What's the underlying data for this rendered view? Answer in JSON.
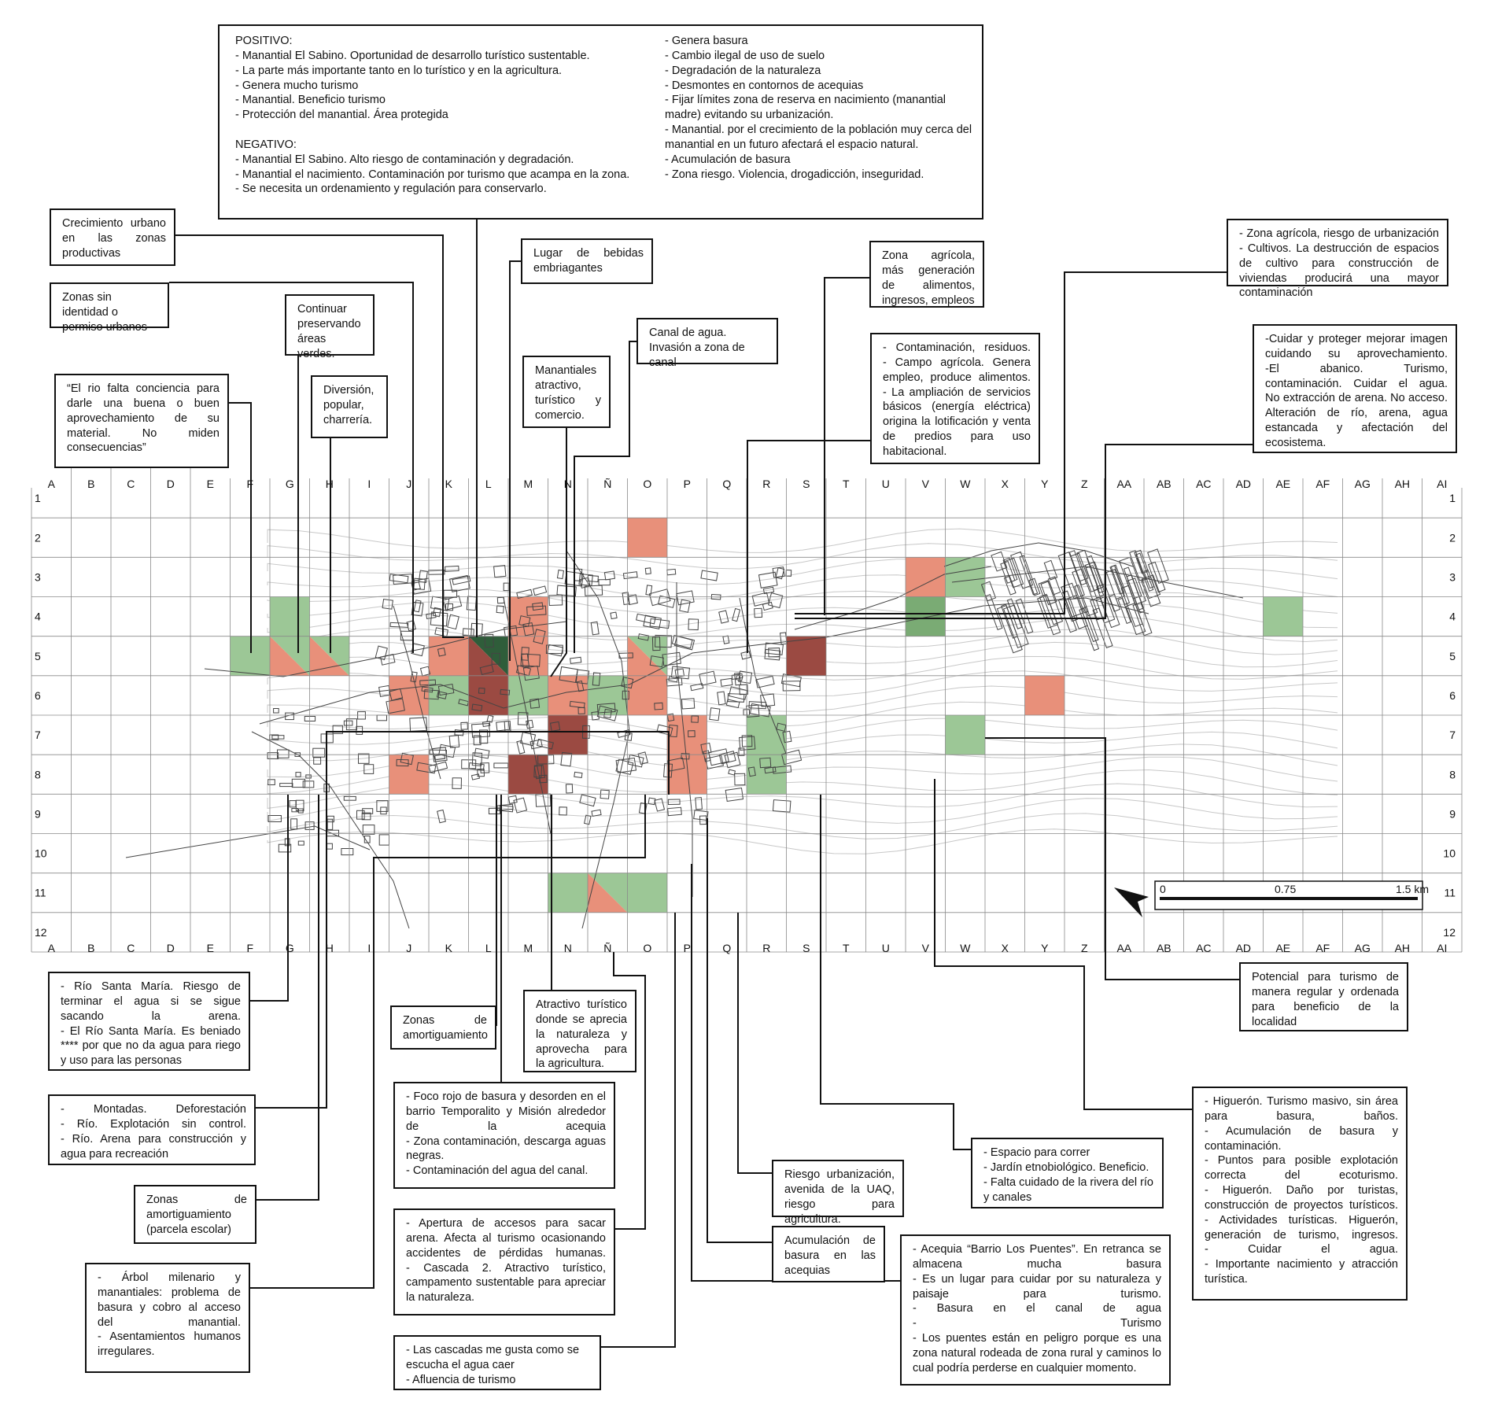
{
  "grid": {
    "columns": [
      "A",
      "B",
      "C",
      "D",
      "E",
      "F",
      "G",
      "H",
      "I",
      "J",
      "K",
      "L",
      "M",
      "N",
      "Ñ",
      "O",
      "P",
      "Q",
      "R",
      "S",
      "T",
      "U",
      "V",
      "W",
      "X",
      "Y",
      "Z",
      "AA",
      "AB",
      "AC",
      "AD",
      "AE",
      "AF",
      "AG",
      "AH",
      "AI"
    ],
    "rows": [
      "1",
      "2",
      "3",
      "4",
      "5",
      "6",
      "7",
      "8",
      "9",
      "10",
      "11",
      "12"
    ]
  },
  "cells": [
    {
      "col": "G",
      "row": 4,
      "type": "positive"
    },
    {
      "col": "F",
      "row": 5,
      "type": "positive"
    },
    {
      "col": "G",
      "row": 5,
      "type": "mixed"
    },
    {
      "col": "H",
      "row": 5,
      "type": "mixed"
    },
    {
      "col": "K",
      "row": 5,
      "type": "negative"
    },
    {
      "col": "L",
      "row": 5,
      "type": "dark-mixed"
    },
    {
      "col": "M",
      "row": 4,
      "type": "negative"
    },
    {
      "col": "M",
      "row": 5,
      "type": "negative"
    },
    {
      "col": "O",
      "row": 2,
      "type": "negative"
    },
    {
      "col": "O",
      "row": 5,
      "type": "mixed"
    },
    {
      "col": "S",
      "row": 5,
      "type": "strong-negative"
    },
    {
      "col": "V",
      "row": 3,
      "type": "negative"
    },
    {
      "col": "W",
      "row": 3,
      "type": "positive"
    },
    {
      "col": "V",
      "row": 4,
      "type": "positive-dark"
    },
    {
      "col": "AE",
      "row": 4,
      "type": "positive"
    },
    {
      "col": "J",
      "row": 6,
      "type": "negative"
    },
    {
      "col": "K",
      "row": 6,
      "type": "positive"
    },
    {
      "col": "L",
      "row": 6,
      "type": "strong-negative"
    },
    {
      "col": "M",
      "row": 6,
      "type": "positive"
    },
    {
      "col": "N",
      "row": 6,
      "type": "negative"
    },
    {
      "col": "Ñ",
      "row": 6,
      "type": "positive"
    },
    {
      "col": "O",
      "row": 6,
      "type": "negative"
    },
    {
      "col": "Y",
      "row": 6,
      "type": "negative"
    },
    {
      "col": "N",
      "row": 7,
      "type": "strong-negative"
    },
    {
      "col": "P",
      "row": 7,
      "type": "negative"
    },
    {
      "col": "R",
      "row": 7,
      "type": "positive"
    },
    {
      "col": "W",
      "row": 7,
      "type": "positive"
    },
    {
      "col": "J",
      "row": 8,
      "type": "negative"
    },
    {
      "col": "M",
      "row": 8,
      "type": "strong-negative"
    },
    {
      "col": "P",
      "row": 8,
      "type": "negative"
    },
    {
      "col": "R",
      "row": 8,
      "type": "positive"
    },
    {
      "col": "N",
      "row": 11,
      "type": "positive"
    },
    {
      "col": "Ñ",
      "row": 11,
      "type": "mixed"
    },
    {
      "col": "O",
      "row": 11,
      "type": "positive"
    }
  ],
  "colors": {
    "positive": "#9cc796",
    "negative": "#e8907a",
    "strong_negative": "#9b4a42",
    "dark_positive": "#2f5d3a",
    "positive_dark": "#7aab74",
    "grid_line": "#8a8a8a"
  },
  "scale_bar": {
    "labels": [
      "0",
      "0.75",
      "1.5 km"
    ]
  },
  "north_arrow": {
    "icon": "north-arrow-icon"
  },
  "annotations": {
    "top": {
      "left_lines": [
        "POSITIVO:",
        "-  Manantial El Sabino. Oportunidad de desarrollo turístico sustentable.",
        "-  La parte más importante tanto en lo turístico y en la agricultura.",
        "-  Genera mucho turismo",
        "-  Manantial. Beneficio turismo",
        "-  Protección del manantial. Área protegida",
        "",
        "NEGATIVO:",
        "-  Manantial El Sabino. Alto riesgo de contaminación y degradación.",
        "-  Manantial el nacimiento. Contaminación por turismo que acampa en la zona.",
        "-  Se necesita un ordenamiento y regulación para conservarlo."
      ],
      "right_lines": [
        "- Genera basura",
        "- Cambio ilegal de uso de suelo",
        "- Degradación de la naturaleza",
        "- Desmontes en contornos de acequias",
        "-  Fijar límites zona de reserva en nacimiento (manantial madre) evitando su urbanización.",
        "-  Manantial. por el crecimiento de la población muy cerca del manantial en un futuro afectará el espacio natural.",
        " - Acumulación de basura",
        "- Zona riesgo. Violencia, drogadicción, inseguridad."
      ]
    },
    "crecimiento": [
      "Crecimiento urbano en las zonas productivas"
    ],
    "sin_identidad": [
      "Zonas sin identidad o permiso urbanos"
    ],
    "continuar": [
      "Continuar preservando áreas verdes."
    ],
    "diversion": [
      "Diversión, popular, charrería."
    ],
    "rio_conciencia": [
      "“El rio falta conciencia para darle una buena o buen aprovechamiento de su material. No miden consecuencias”"
    ],
    "lugar_bebidas": [
      "Lugar de bebidas embriagantes"
    ],
    "manantiales": [
      "Manantiales atractivo, turístico y comercio."
    ],
    "canal_agua": [
      "Canal de agua. Invasión a zona de canal"
    ],
    "zona_agricola": [
      "Zona agrícola, más generación de alimentos, ingresos, empleos"
    ],
    "contaminacion_residuos": [
      "-  Contaminación, residuos.",
      "-  Campo agrícola. Genera empleo, produce alimentos.",
      "-  La ampliación de servicios básicos (energía eléctrica) origina la lotificación y venta de predios para uso habitacional."
    ],
    "zona_agricola_riesgo": [
      "-  Zona agrícola, riesgo de urbanización",
      "-  Cultivos. La destrucción de espacios de cultivo para construcción de viviendas producirá una mayor contaminación"
    ],
    "cuidar": [
      "-Cuidar y proteger mejorar imagen cuidando su aprovechamiento.",
      "-El abanico. Turismo, contaminación. Cuidar el agua.",
      "No extracción de arena. No acceso.",
      "Alteración de río, arena, agua estancada y afectación del ecosistema."
    ],
    "rio_santa_maria": [
      "-  Río Santa María. Riesgo de terminar el agua si se sigue sacando la arena.",
      "-  El Río Santa María. Es beniado **** por que no da agua para riego y uso para las personas"
    ],
    "montadas": [
      "-  Montadas. Deforestación",
      "-  Río. Explotación sin control.",
      "-  Río. Arena para construcción y agua para recreación"
    ],
    "amortiguamiento_escolar": [
      "Zonas de amortiguamiento (parcela escolar)"
    ],
    "arbol": [
      "-  Árbol milenario y manantiales: problema de basura y cobro al acceso del manantial.",
      "-  Asentamientos humanos irregulares."
    ],
    "zonas_amortiguamiento": [
      "Zonas de amortiguamiento"
    ],
    "atractivo_turistico": [
      "Atractivo turístico donde se aprecia la naturaleza y aprovecha para la agricultura."
    ],
    "foco_rojo": [
      "-  Foco rojo de basura y desorden en el barrio Temporalito y Misión alrededor de la acequia",
      "-  Zona contaminación, descarga aguas negras.",
      "-  Contaminación del agua del canal."
    ],
    "apertura": [
      "-  Apertura de accesos para sacar arena. Afecta al turismo ocasionando accidentes de pérdidas humanas.",
      "-  Cascada 2. Atractivo turístico, campamento sustentable para apreciar la naturaleza."
    ],
    "cascadas": [
      "- Las cascadas me gusta como se escucha el agua caer",
      "- Afluencia de turismo"
    ],
    "riesgo_urbanizacion": [
      "Riesgo urbanización, avenida de la UAQ, riesgo para agricultura."
    ],
    "acumulacion_acequias": [
      "Acumulación de basura en las acequias"
    ],
    "espacio_correr": [
      "- Espacio para correr",
      "- Jardín etnobiológico. Beneficio.",
      "-  Falta cuidado de la rivera del río y canales"
    ],
    "acequia": [
      "-  Acequia “Barrio Los Puentes”. En retranca se almacena mucha basura",
      "-  Es un lugar para cuidar por su naturaleza y paisaje para turismo.",
      "-  Basura en el canal de agua",
      "-  Turismo",
      "-  Los puentes están en peligro porque es una zona natural rodeada de zona rural y caminos lo cual podría perderse en cualquier momento."
    ],
    "potencial": [
      "Potencial para turismo de manera regular y ordenada para beneficio de la localidad"
    ],
    "higueron": [
      "-  Higuerón. Turismo masivo, sin área para basura, baños.",
      "-  Acumulación de basura y contaminación.",
      "-  Puntos para posible explotación correcta del ecoturismo.",
      "-  Higuerón. Daño por turistas, construcción de proyectos turísticos.",
      "-  Actividades turísticas. Higuerón, generación de turismo, ingresos.",
      "-  Cuidar el agua.",
      "-  Importante nacimiento y atracción turística."
    ]
  }
}
